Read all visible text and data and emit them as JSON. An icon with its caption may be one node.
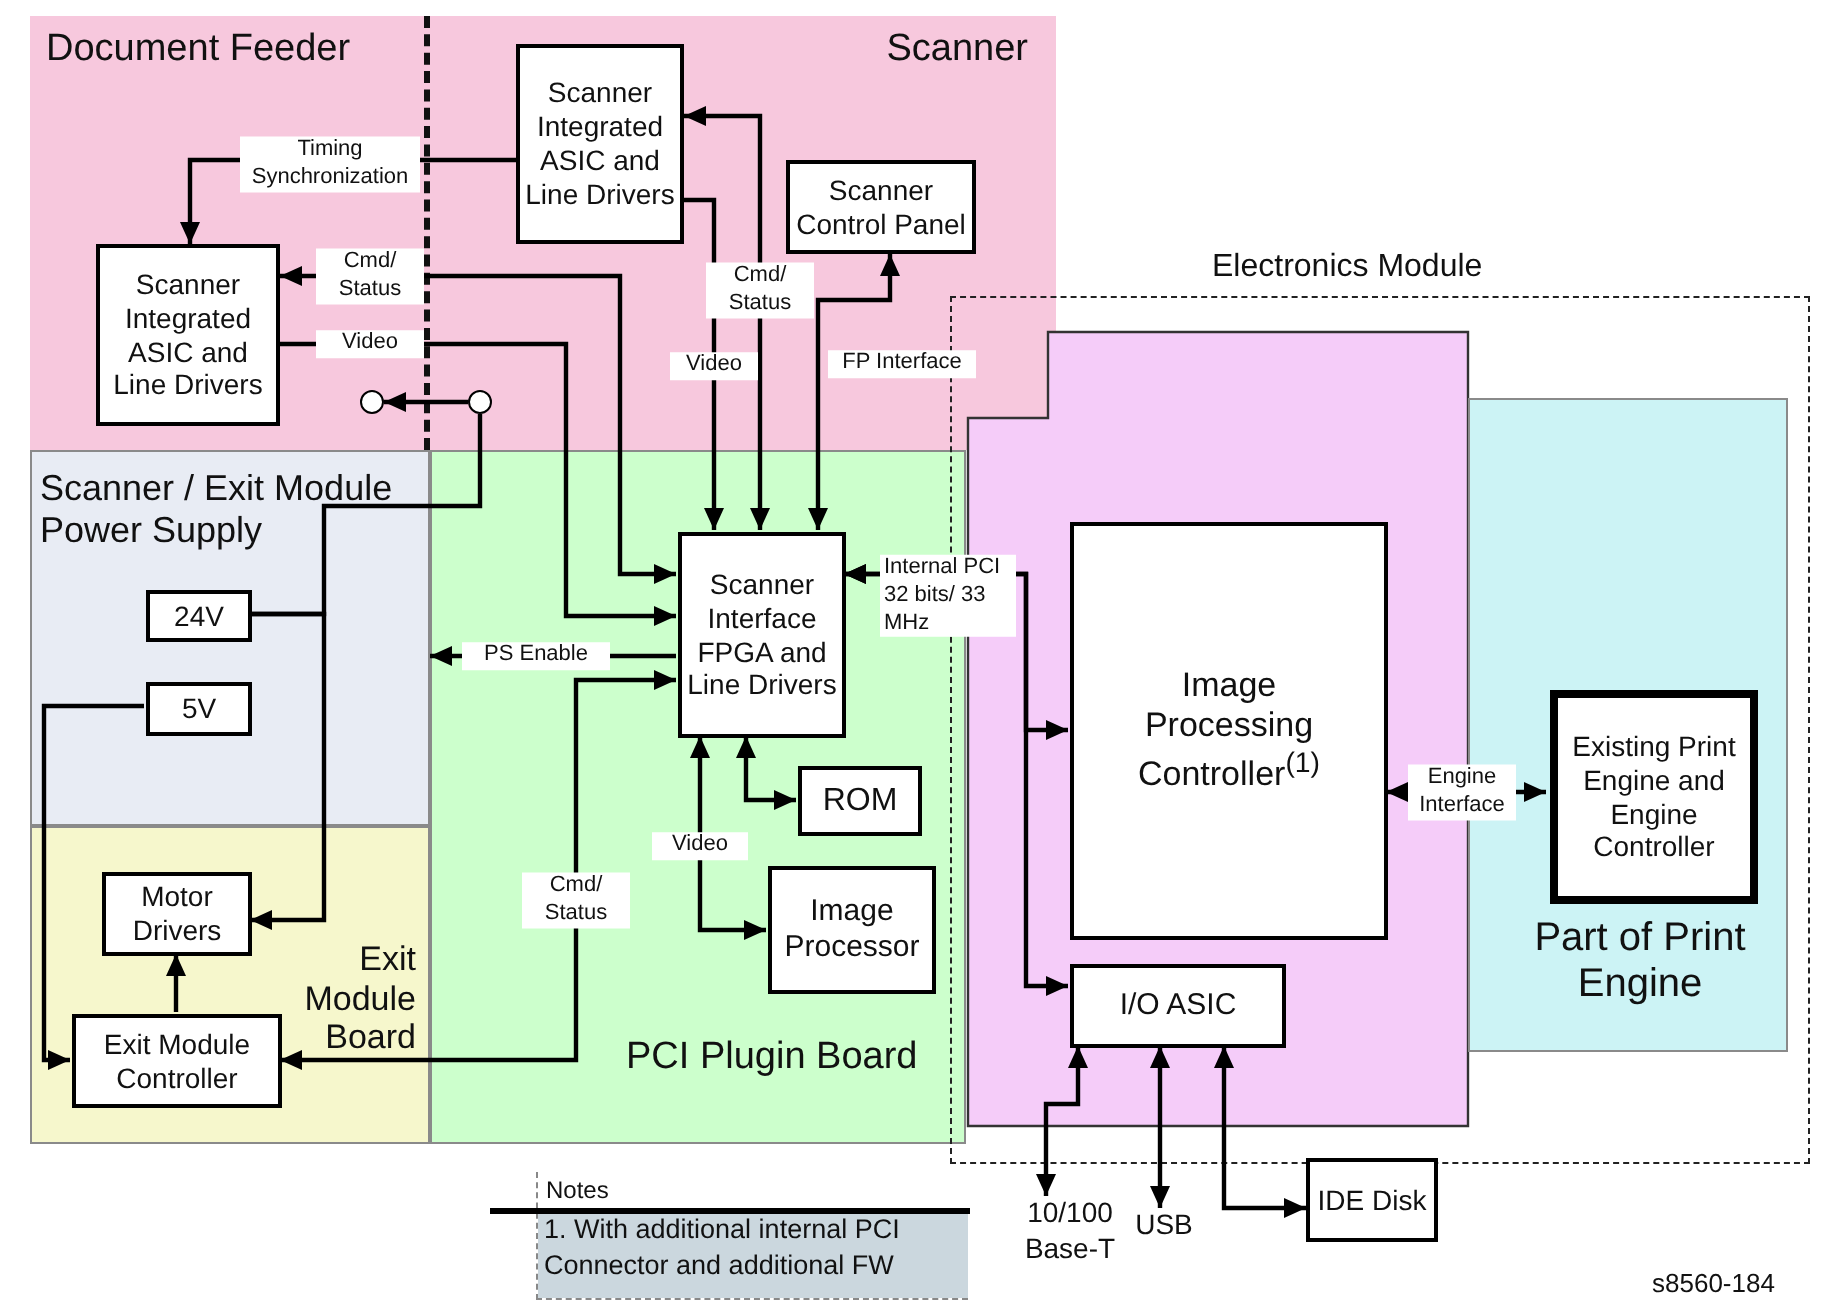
{
  "diagram": {
    "nodes": [
      {
        "text": [
          "Document Feeder"
        ]
      },
      {
        "text": [
          "Scanner"
        ]
      },
      {
        "text": [
          "Scanner / Exit Module Power Supply"
        ]
      },
      {
        "text": [
          "Exit Module Board"
        ]
      },
      {
        "text": [
          "PCI Plugin Board"
        ]
      },
      {
        "text": [
          "Electronics Module"
        ]
      },
      {
        "text": [],
        "shape": "box",
        "in": 5
      },
      {
        "text": [
          "Part of Print Engine"
        ],
        "in": 5
      },
      {
        "text": [
          "Scanner Integrated ASIC and Line Drivers"
        ],
        "in": 1
      },
      {
        "text": [
          "Scanner Control Panel"
        ],
        "in": 1
      },
      {
        "text": [
          "Scanner Integrated ASIC and Line Drivers"
        ],
        "in": 0
      },
      {
        "text": [
          "Scanner Interface FPGA and Line Drivers"
        ],
        "in": 4
      },
      {
        "text": [
          "24V"
        ],
        "in": 2
      },
      {
        "text": [
          "5V"
        ],
        "in": 2
      },
      {
        "text": [
          "ROM"
        ],
        "in": 4
      },
      {
        "text": [
          "Image Processor"
        ],
        "in": 4
      },
      {
        "text": [
          "Motor Drivers"
        ],
        "in": 3
      },
      {
        "text": [
          "Exit Module Controller"
        ],
        "in": 3
      },
      {
        "text": [
          "Image Processing Controller$^{(1)}$"
        ],
        "in": 6
      },
      {
        "text": [
          "Existing Print Engine and Engine Controller"
        ],
        "in": 7
      },
      {
        "text": [
          "I/O ASIC"
        ],
        "in": 6
      },
      {
        "text": [
          "IDE Disk"
        ]
      },
      {
        "text": [
          "10/100 Base-T"
        ]
      },
      {
        "text": [
          "USB"
        ]
      },
      {
        "text": [],
        "shape": "circle",
        "in": 0
      },
      {
        "text": [],
        "shape": "circle",
        "in": 1
      },
      {
        "text": [
          "Notes",
          "1. With additional internal PCI Connector and additional FW"
        ]
      }
    ],
    "edges": [
      {
        "from": 8,
        "to": 10,
        "arrow": "to",
        "label": "Timing Synchronization"
      },
      {
        "from": 11,
        "to": 10,
        "arrow": "both",
        "label": "Cmd/ Status"
      },
      {
        "from": 10,
        "to": 11,
        "arrow": "to",
        "label": "Video"
      },
      {
        "from": 25,
        "to": 24,
        "arrow": "to"
      },
      {
        "from": 12,
        "to": 16,
        "arrow": "to"
      },
      {
        "from": 12,
        "to": 25,
        "arrow": "none"
      },
      {
        "from": 13,
        "to": 17,
        "arrow": "to"
      },
      {
        "from": 17,
        "to": 16,
        "arrow": "to"
      },
      {
        "from": 11,
        "to": 17,
        "arrow": "both",
        "label": "Cmd/ Status"
      },
      {
        "from": 11,
        "to": 2,
        "arrow": "to",
        "label": "PS Enable"
      },
      {
        "from": 8,
        "to": 11,
        "arrow": "both",
        "label": "Cmd/ Status"
      },
      {
        "from": 8,
        "to": 11,
        "arrow": "to",
        "label": "Video"
      },
      {
        "from": 11,
        "to": 9,
        "arrow": "both",
        "label": "FP Interface"
      },
      {
        "from": 11,
        "to": 18,
        "arrow": "both",
        "label": "Internal PCI 32 bits/ 33 MHz"
      },
      {
        "from": 11,
        "to": 20,
        "arrow": "both"
      },
      {
        "from": 11,
        "to": 14,
        "arrow": "both"
      },
      {
        "from": 11,
        "to": 15,
        "arrow": "both",
        "label": "Video"
      },
      {
        "from": 18,
        "to": 19,
        "arrow": "both",
        "label": "Engine Interface"
      },
      {
        "from": 20,
        "to": 22,
        "arrow": "both"
      },
      {
        "from": 20,
        "to": 23,
        "arrow": "both"
      },
      {
        "from": 20,
        "to": 21,
        "arrow": "both"
      }
    ],
    "labels": [
      "s8560-184"
    ]
  }
}
